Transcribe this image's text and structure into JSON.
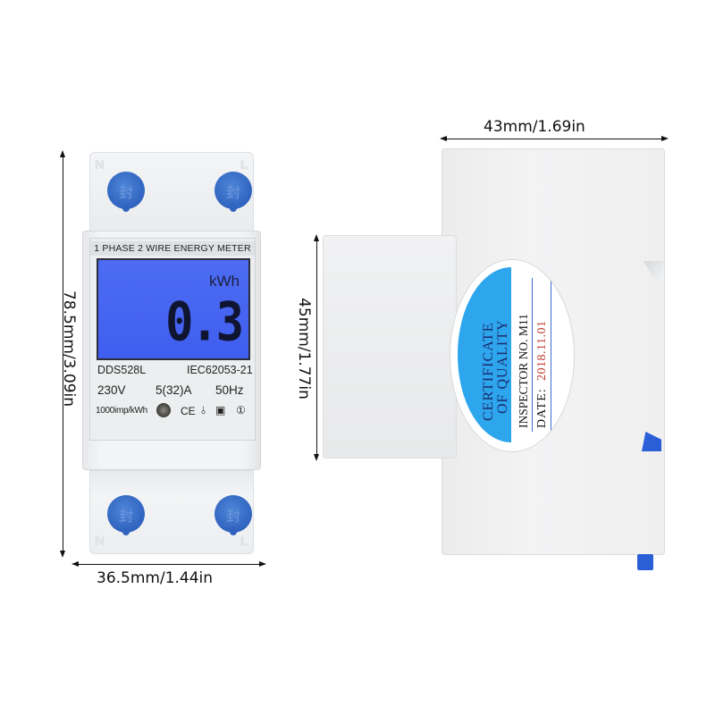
{
  "dimensions": {
    "front_height": "78.5mm/3.09in",
    "front_width": "36.5mm/1.44in",
    "side_width": "43mm/1.69in",
    "side_height": "45mm/1.77in"
  },
  "front_meter": {
    "terminal_labels": {
      "top_left": "N",
      "top_right": "L",
      "bottom_left": "N",
      "bottom_right": "L"
    },
    "seal_glyph": "封",
    "plate_title": "1 PHASE 2 WIRE ENERGY METER",
    "lcd": {
      "unit": "kWh",
      "value": "0.3",
      "backlight_color": "#4464f0"
    },
    "model": "DDS528L",
    "standard": "IEC62053-21",
    "voltage": "230V",
    "current": "5(32)A",
    "frequency": "50Hz",
    "pulse_rate": "1000imp/kWh",
    "symbols": [
      "CE",
      "⫰",
      "▣",
      "①"
    ],
    "accent_color": "#2f63bf"
  },
  "side_view": {
    "seal": {
      "title_line1": "CERTIFICATE",
      "title_line2": "OF QUALITY",
      "inspector": "INSPECTOR NO. M11",
      "date_label": "DATE:",
      "date_value": "2018.11.01",
      "seal_color": "#2ea6ee",
      "date_color": "#c0392b"
    }
  }
}
